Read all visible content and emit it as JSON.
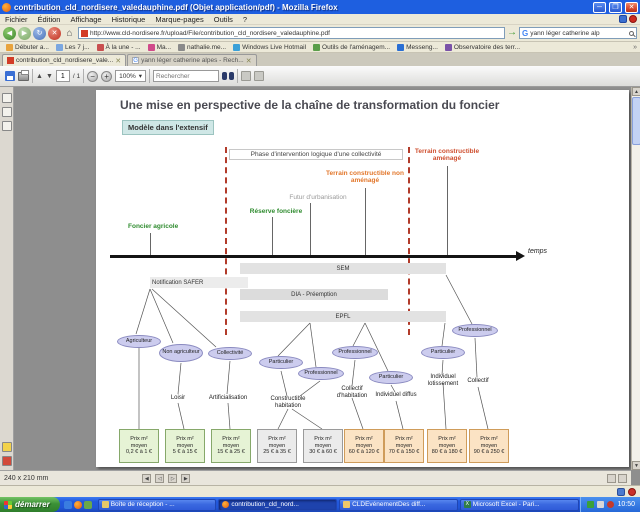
{
  "window": {
    "title": "contribution_cld_nordisere_valedauphine.pdf (Objet application/pdf) - Mozilla Firefox"
  },
  "menubar": {
    "items": [
      "Fichier",
      "Édition",
      "Affichage",
      "Historique",
      "Marque-pages",
      "Outils",
      "?"
    ]
  },
  "navbar": {
    "url": "http://www.cld-nordisere.fr/upload/File/contribution_cld_nordisere_valedauphine.pdf",
    "search_value": "yann léger catherine alp"
  },
  "bookmarks": {
    "items": [
      "Débuter a...",
      "Les 7 j...",
      "À la une - ...",
      "Ma...",
      "nathalie.me...",
      "Windows Live Hotmail",
      "Outils de l'aménagem...",
      "Messeng...",
      "Observatoire des terr..."
    ],
    "overflow": "»"
  },
  "tabs": {
    "active": "contribution_cld_nordisere_vale...",
    "inactive": "yann léger catherine alpes - Rech..."
  },
  "pdf_toolbar": {
    "page_current": "1",
    "page_total": "/ 1",
    "zoom": "100%",
    "search_placeholder": "Rechercher"
  },
  "pdf_status": {
    "page_size": "240 x 210 mm"
  },
  "statusbar": {},
  "taskbar": {
    "start_label": "démarrer",
    "clock": "10:50",
    "buttons": [
      {
        "label": "Boîte de réception - ..."
      },
      {
        "label": "contribution_cld_nord..."
      },
      {
        "label": "CLDEvénementDes diff..."
      },
      {
        "label": "Microsoft Excel - Pari..."
      }
    ]
  },
  "doc": {
    "title": "Une mise en perspective de la chaîne de transformation du foncier",
    "model_badge": "Modèle dans l'extensif",
    "phase_label": "Phase d'intervention logique d'une collectivité",
    "axis_label": "temps",
    "stages": [
      {
        "label": "Foncier agricole",
        "color": "#2e8b2e"
      },
      {
        "label": "Réserve foncière",
        "color": "#2e8b2e"
      },
      {
        "label": "Futur d'urbanisation",
        "color": "#9a9a9a"
      },
      {
        "label": "Terrain constructible non aménagé",
        "color": "#e2762a"
      },
      {
        "label": "Terrain constructible aménagé",
        "color": "#cf4f2f"
      }
    ],
    "bars": [
      {
        "label": "SEM"
      },
      {
        "label": "Notification SAFER"
      },
      {
        "label": "DIA - Préemption"
      },
      {
        "label": "EPFL"
      }
    ],
    "actors": [
      {
        "label": "Agriculteur"
      },
      {
        "label": "Non agriculteur"
      },
      {
        "label": "Collectivité"
      },
      {
        "label": "Particulier"
      },
      {
        "label": "Professionnel"
      },
      {
        "label": "Professionnel"
      },
      {
        "label": "Particulier"
      },
      {
        "label": "Particulier"
      },
      {
        "label": "Professionnel"
      }
    ],
    "categories": [
      {
        "label": "Loisir"
      },
      {
        "label": "Artificialisation"
      },
      {
        "label": "Constructible habitation"
      },
      {
        "label": "Collectif d'habitation"
      },
      {
        "label": "Individuel diffus"
      },
      {
        "label": "Individuel lotissement"
      },
      {
        "label": "Collectif"
      }
    ],
    "prices": [
      {
        "title": "Prix m²",
        "subtitle": "moyen",
        "range": "0,2 € à 1 €",
        "type": "green"
      },
      {
        "title": "Prix m²",
        "subtitle": "moyen",
        "range": "5 € à 15 €",
        "type": "green"
      },
      {
        "title": "Prix m²",
        "subtitle": "moyen",
        "range": "15 € à 25 €",
        "type": "green"
      },
      {
        "title": "Prix m²",
        "subtitle": "moyen",
        "range": "25 € à 35 €",
        "type": "gray"
      },
      {
        "title": "Prix m²",
        "subtitle": "moyen",
        "range": "30 € à 60 €",
        "type": "gray"
      },
      {
        "title": "Prix m²",
        "subtitle": "moyen",
        "range": "60 € à 120 €",
        "type": "orange"
      },
      {
        "title": "Prix m²",
        "subtitle": "moyen",
        "range": "70 € à 150 €",
        "type": "orange"
      },
      {
        "title": "Prix m²",
        "subtitle": "moyen",
        "range": "80 € à 180 €",
        "type": "orange"
      },
      {
        "title": "Prix m²",
        "subtitle": "moyen",
        "range": "90 € à 250 €",
        "type": "orange"
      }
    ]
  },
  "colors": {
    "stage_green": "#2e8b2e",
    "stage_orange": "#e2762a",
    "stage_red_orange": "#cf4f2f",
    "phase_dash": "#b23b2a",
    "actor_fill": "#ccccee",
    "price_green": "#e6f3d5",
    "price_gray": "#ebebeb",
    "price_orange": "#fbe3c4",
    "taskbar_blue": "#2156d8",
    "start_green": "#3b9136"
  }
}
